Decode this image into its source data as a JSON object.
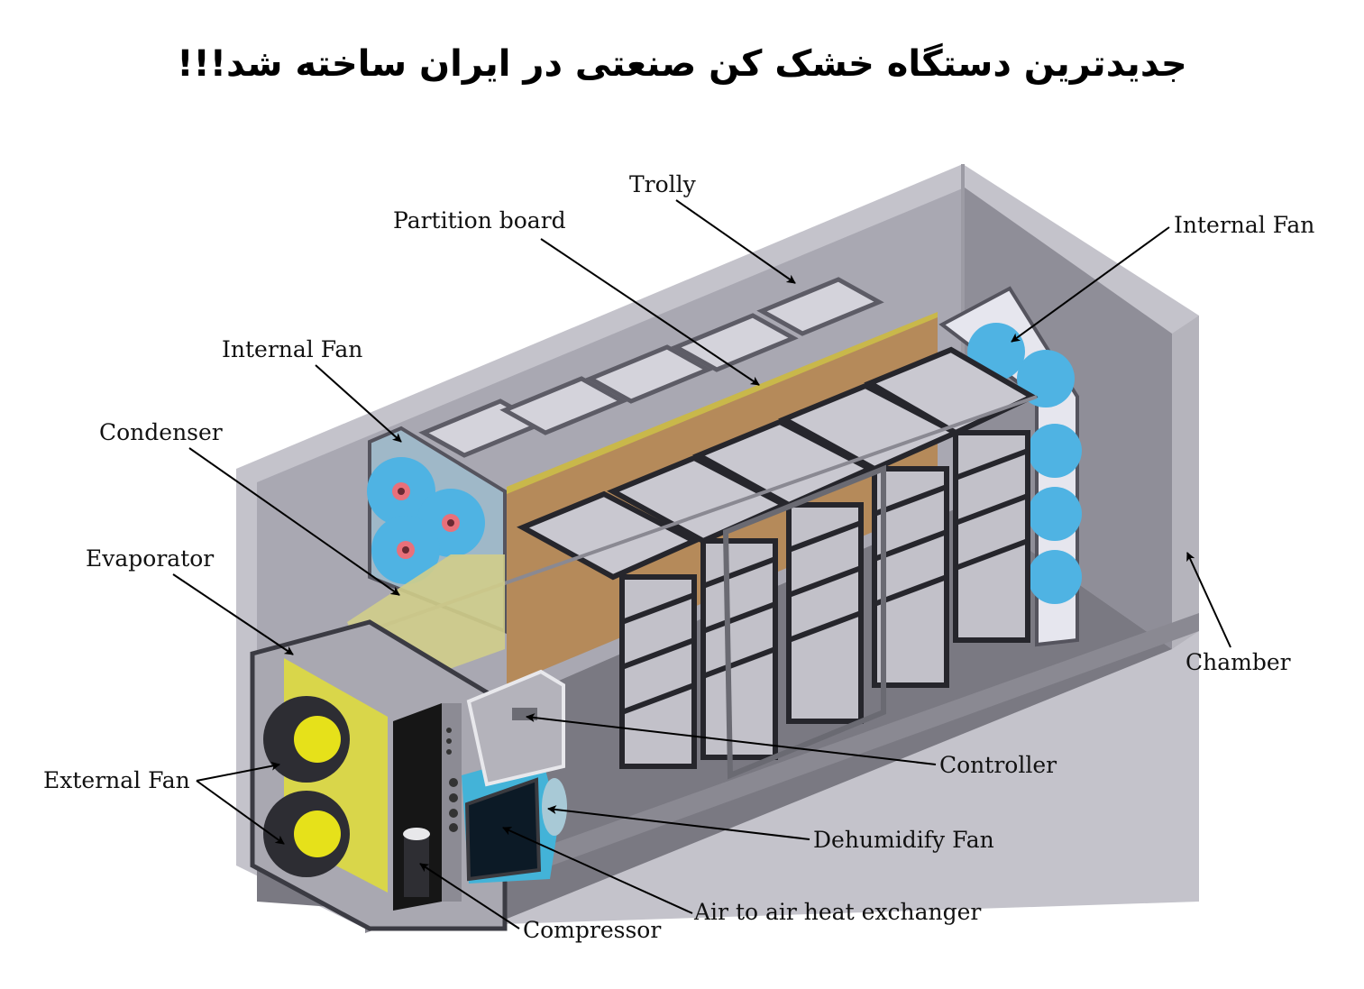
{
  "title": "جدیدترین دستگاه خشک کن صنعتی در ایران ساخته شد!!!",
  "labels": {
    "trolly": "Trolly",
    "partition_board": "Partition board",
    "internal_fan_right": "Internal Fan",
    "internal_fan_left": "Internal Fan",
    "condenser": "Condenser",
    "evaporator": "Evaporator",
    "chamber": "Chamber",
    "controller": "Controller",
    "external_fan": "External Fan",
    "dehumidify_fan": "Dehumidify Fan",
    "air_to_air_heat_exchanger": "Air to air heat exchanger",
    "compressor": "Compressor"
  },
  "colors": {
    "chamber_wall": "#b8b7c1",
    "chamber_dark": "#8d8c96",
    "chamber_floor": "#76757e",
    "partition": "#b58a5a",
    "partition_edge": "#c9b84a",
    "fan_blue": "#4fb3e3",
    "fan_hub": "#e8707a",
    "evaporator_yellow": "#d9d64a",
    "condenser_yellow": "#cfcc7a",
    "tray": "#d7d6de",
    "frame": "#2a2a30",
    "exchanger": "#0c1a26",
    "duct_blue": "#43b3d8"
  }
}
